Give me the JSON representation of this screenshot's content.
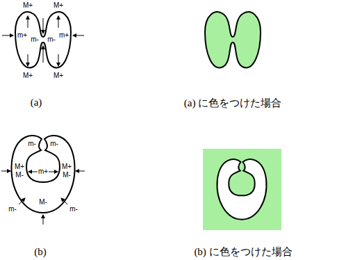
{
  "diagram": {
    "labels": [
      "M+",
      "M+",
      "m+",
      "m-",
      "m-",
      "m+",
      "M+",
      "M+",
      "(a)",
      "(a) に色をつけた場合",
      "m-",
      "m-",
      "M+",
      "M-",
      "M+",
      "M-",
      "m+",
      "m-",
      "M-",
      "m-",
      "(b)",
      "(b) に色をつけた場合"
    ]
  }
}
